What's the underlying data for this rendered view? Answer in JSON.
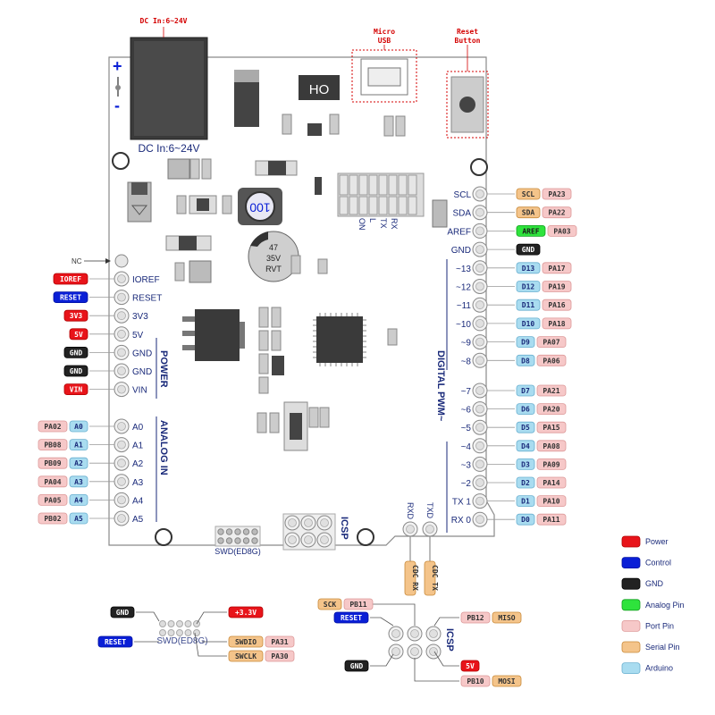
{
  "colors": {
    "power": "#e8141a",
    "control": "#0a1fd6",
    "gnd": "#222222",
    "analog": "#2ee33c",
    "port": "#f6c8c8",
    "serial": "#f4c48a",
    "arduino": "#a9dcf0",
    "board_text": "#1a2a7a",
    "callout": "#d40000"
  },
  "callouts": {
    "dc_in_top": "DC In:6~24V",
    "micro_usb_1": "Micro",
    "micro_usb_2": "USB",
    "reset_btn_1": "Reset",
    "reset_btn_2": "Button"
  },
  "board": {
    "plus": "+",
    "minus": "-",
    "dc_label": "DC In:6~24V",
    "chip_ho": "HO",
    "inductor": "100",
    "cap_1": "47",
    "cap_2": "35V",
    "cap_3": "RVT",
    "leds": [
      "ON",
      "L",
      "TX",
      "RX"
    ],
    "power_title": "POWER",
    "analog_title": "ANALOG IN",
    "digital_title": "DIGITAL PWM~",
    "icsp": "ICSP",
    "swd": "SWD(ED8G)",
    "rxd": "RXD",
    "txd": "TXD",
    "nc": "NC"
  },
  "left_pins": [
    {
      "board": "IOREF",
      "tags": [
        {
          "t": "IOREF",
          "k": "power"
        }
      ]
    },
    {
      "board": "RESET",
      "tags": [
        {
          "t": "RESET",
          "k": "control"
        }
      ]
    },
    {
      "board": "3V3",
      "tags": [
        {
          "t": "3V3",
          "k": "power"
        }
      ]
    },
    {
      "board": "5V",
      "tags": [
        {
          "t": "5V",
          "k": "power"
        }
      ]
    },
    {
      "board": "GND",
      "tags": [
        {
          "t": "GND",
          "k": "gnd"
        }
      ]
    },
    {
      "board": "GND",
      "tags": [
        {
          "t": "GND",
          "k": "gnd"
        }
      ]
    },
    {
      "board": "VIN",
      "tags": [
        {
          "t": "VIN",
          "k": "power"
        }
      ]
    }
  ],
  "analog_pins": [
    {
      "board": "A0",
      "tags": [
        {
          "t": "PA02",
          "k": "port"
        },
        {
          "t": "A0",
          "k": "arduino"
        }
      ]
    },
    {
      "board": "A1",
      "tags": [
        {
          "t": "PB08",
          "k": "port"
        },
        {
          "t": "A1",
          "k": "arduino"
        }
      ]
    },
    {
      "board": "A2",
      "tags": [
        {
          "t": "PB09",
          "k": "port"
        },
        {
          "t": "A2",
          "k": "arduino"
        }
      ]
    },
    {
      "board": "A3",
      "tags": [
        {
          "t": "PA04",
          "k": "port"
        },
        {
          "t": "A3",
          "k": "arduino"
        }
      ]
    },
    {
      "board": "A4",
      "tags": [
        {
          "t": "PA05",
          "k": "port"
        },
        {
          "t": "A4",
          "k": "arduino"
        }
      ]
    },
    {
      "board": "A5",
      "tags": [
        {
          "t": "PB02",
          "k": "port"
        },
        {
          "t": "A5",
          "k": "arduino"
        }
      ]
    }
  ],
  "right_top_pins": [
    {
      "board": "SCL",
      "tags": [
        {
          "t": "SCL",
          "k": "serial"
        },
        {
          "t": "PA23",
          "k": "port"
        }
      ]
    },
    {
      "board": "SDA",
      "tags": [
        {
          "t": "SDA",
          "k": "serial"
        },
        {
          "t": "PA22",
          "k": "port"
        }
      ]
    },
    {
      "board": "AREF",
      "tags": [
        {
          "t": "AREF",
          "k": "analog"
        },
        {
          "t": "PA03",
          "k": "port"
        }
      ]
    },
    {
      "board": "GND",
      "tags": [
        {
          "t": "GND",
          "k": "gnd"
        }
      ]
    },
    {
      "board": "~13",
      "tags": [
        {
          "t": "D13",
          "k": "arduino"
        },
        {
          "t": "PA17",
          "k": "port"
        }
      ]
    },
    {
      "board": "~12",
      "tags": [
        {
          "t": "D12",
          "k": "arduino"
        },
        {
          "t": "PA19",
          "k": "port"
        }
      ]
    },
    {
      "board": "~11",
      "tags": [
        {
          "t": "D11",
          "k": "arduino"
        },
        {
          "t": "PA16",
          "k": "port"
        }
      ]
    },
    {
      "board": "~10",
      "tags": [
        {
          "t": "D10",
          "k": "arduino"
        },
        {
          "t": "PA18",
          "k": "port"
        }
      ]
    },
    {
      "board": "~9",
      "tags": [
        {
          "t": "D9",
          "k": "arduino"
        },
        {
          "t": "PA07",
          "k": "port"
        }
      ]
    },
    {
      "board": "~8",
      "tags": [
        {
          "t": "D8",
          "k": "arduino"
        },
        {
          "t": "PA06",
          "k": "port"
        }
      ]
    }
  ],
  "right_bottom_pins": [
    {
      "board": "~7",
      "tags": [
        {
          "t": "D7",
          "k": "arduino"
        },
        {
          "t": "PA21",
          "k": "port"
        }
      ]
    },
    {
      "board": "~6",
      "tags": [
        {
          "t": "D6",
          "k": "arduino"
        },
        {
          "t": "PA20",
          "k": "port"
        }
      ]
    },
    {
      "board": "~5",
      "tags": [
        {
          "t": "D5",
          "k": "arduino"
        },
        {
          "t": "PA15",
          "k": "port"
        }
      ]
    },
    {
      "board": "~4",
      "tags": [
        {
          "t": "D4",
          "k": "arduino"
        },
        {
          "t": "PA08",
          "k": "port"
        }
      ]
    },
    {
      "board": "~3",
      "tags": [
        {
          "t": "D3",
          "k": "arduino"
        },
        {
          "t": "PA09",
          "k": "port"
        }
      ]
    },
    {
      "board": "~2",
      "tags": [
        {
          "t": "D2",
          "k": "arduino"
        },
        {
          "t": "PA14",
          "k": "port"
        }
      ]
    },
    {
      "board": "TX 1",
      "tags": [
        {
          "t": "D1",
          "k": "arduino"
        },
        {
          "t": "PA10",
          "k": "port"
        }
      ]
    },
    {
      "board": "RX 0",
      "tags": [
        {
          "t": "D0",
          "k": "arduino"
        },
        {
          "t": "PA11",
          "k": "port"
        }
      ]
    }
  ],
  "uart_tags": [
    {
      "t": "CDC RX",
      "k": "serial"
    },
    {
      "t": "CDC TX",
      "k": "serial"
    }
  ],
  "swd_detail": {
    "gnd": "GND",
    "v33": "+3.3V",
    "reset": "RESET",
    "title": "SWD(ED8G)",
    "swdio": "SWDIO",
    "pa31": "PA31",
    "swclk": "SWCLK",
    "pa30": "PA30"
  },
  "icsp_detail": {
    "sck": "SCK",
    "pb11": "PB11",
    "reset": "RESET",
    "pb12": "PB12",
    "miso": "MISO",
    "title": "ICSP",
    "v5": "5V",
    "gnd": "GND",
    "pb10": "PB10",
    "mosi": "MOSI"
  },
  "legend": [
    {
      "label": "Power",
      "k": "power"
    },
    {
      "label": "Control",
      "k": "control"
    },
    {
      "label": "GND",
      "k": "gnd"
    },
    {
      "label": "Analog Pin",
      "k": "analog"
    },
    {
      "label": "Port Pin",
      "k": "port"
    },
    {
      "label": "Serial Pin",
      "k": "serial"
    },
    {
      "label": "Arduino",
      "k": "arduino"
    }
  ]
}
